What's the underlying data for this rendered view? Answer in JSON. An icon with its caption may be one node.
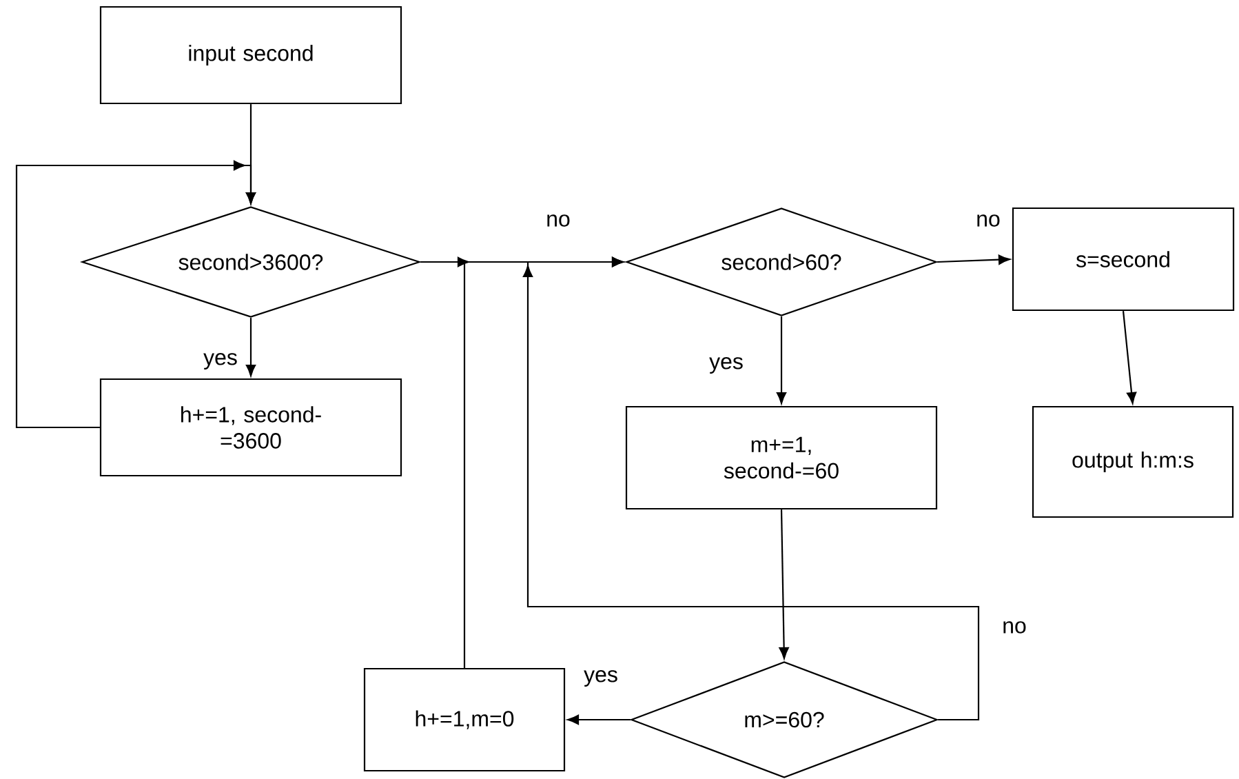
{
  "diagram": {
    "nodes": [
      {
        "text": [
          "input second"
        ]
      },
      {
        "text": [
          "second>3600?"
        ]
      },
      {
        "text": [
          "h+=1, second-=3600"
        ]
      },
      {
        "text": [
          "second>60?"
        ]
      },
      {
        "text": [
          "s=second"
        ]
      },
      {
        "text": [
          "m+=1, second-=60"
        ]
      },
      {
        "text": [
          "output h:m:s"
        ]
      },
      {
        "text": [
          "m>=60?"
        ]
      },
      {
        "text": [
          "h+=1,m=0"
        ]
      }
    ],
    "edges": [
      {
        "from": 0,
        "to": 1,
        "arrow": "to"
      },
      {
        "from": 1,
        "to": 2,
        "arrow": "to",
        "label": "yes"
      },
      {
        "from": 2,
        "to": 1,
        "arrow": "to"
      },
      {
        "from": 1,
        "to": 3,
        "arrow": "to",
        "label": "no"
      },
      {
        "from": 3,
        "to": 4,
        "arrow": "to",
        "label": "no"
      },
      {
        "from": 3,
        "to": 5,
        "arrow": "to",
        "label": "yes"
      },
      {
        "from": 4,
        "to": 6,
        "arrow": "to"
      },
      {
        "from": 5,
        "to": 7,
        "arrow": "to"
      },
      {
        "from": 7,
        "to": 8,
        "arrow": "to",
        "label": "yes"
      },
      {
        "from": 7,
        "to": 3,
        "arrow": "to",
        "label": "no"
      },
      {
        "from": 8,
        "to": 3,
        "arrow": "to"
      }
    ]
  }
}
